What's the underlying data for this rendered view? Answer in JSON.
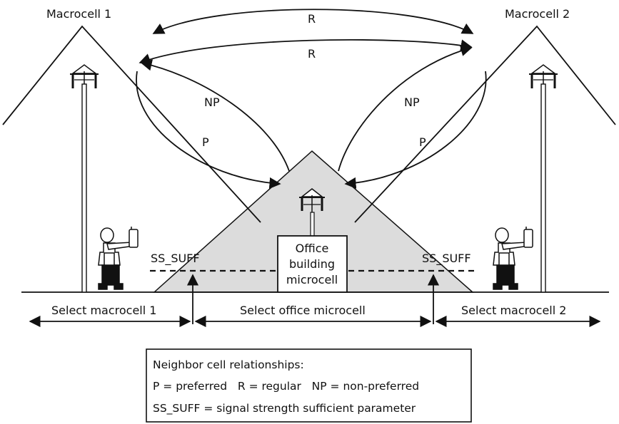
{
  "cells": {
    "macro1_label": "Macrocell 1",
    "macro2_label": "Macrocell 2",
    "micro_label_lines": [
      "Office",
      "building",
      "microcell"
    ]
  },
  "relations": {
    "top_R": "R",
    "mid_R": "R",
    "left_NP": "NP",
    "left_P": "P",
    "right_NP": "NP",
    "right_P": "P"
  },
  "threshold": {
    "left": "SS_SUFF",
    "right": "SS_SUFF"
  },
  "zones": {
    "left": "Select macrocell 1",
    "center": "Select office microcell",
    "right": "Select macrocell 2"
  },
  "legend": {
    "title": "Neighbor cell relationships:",
    "line2": "P = preferred   R = regular   NP = non-preferred",
    "line3": "SS_SUFF = signal strength sufficient parameter"
  },
  "colors": {
    "micro_fill": "#dcdcdc",
    "line": "#111111"
  }
}
